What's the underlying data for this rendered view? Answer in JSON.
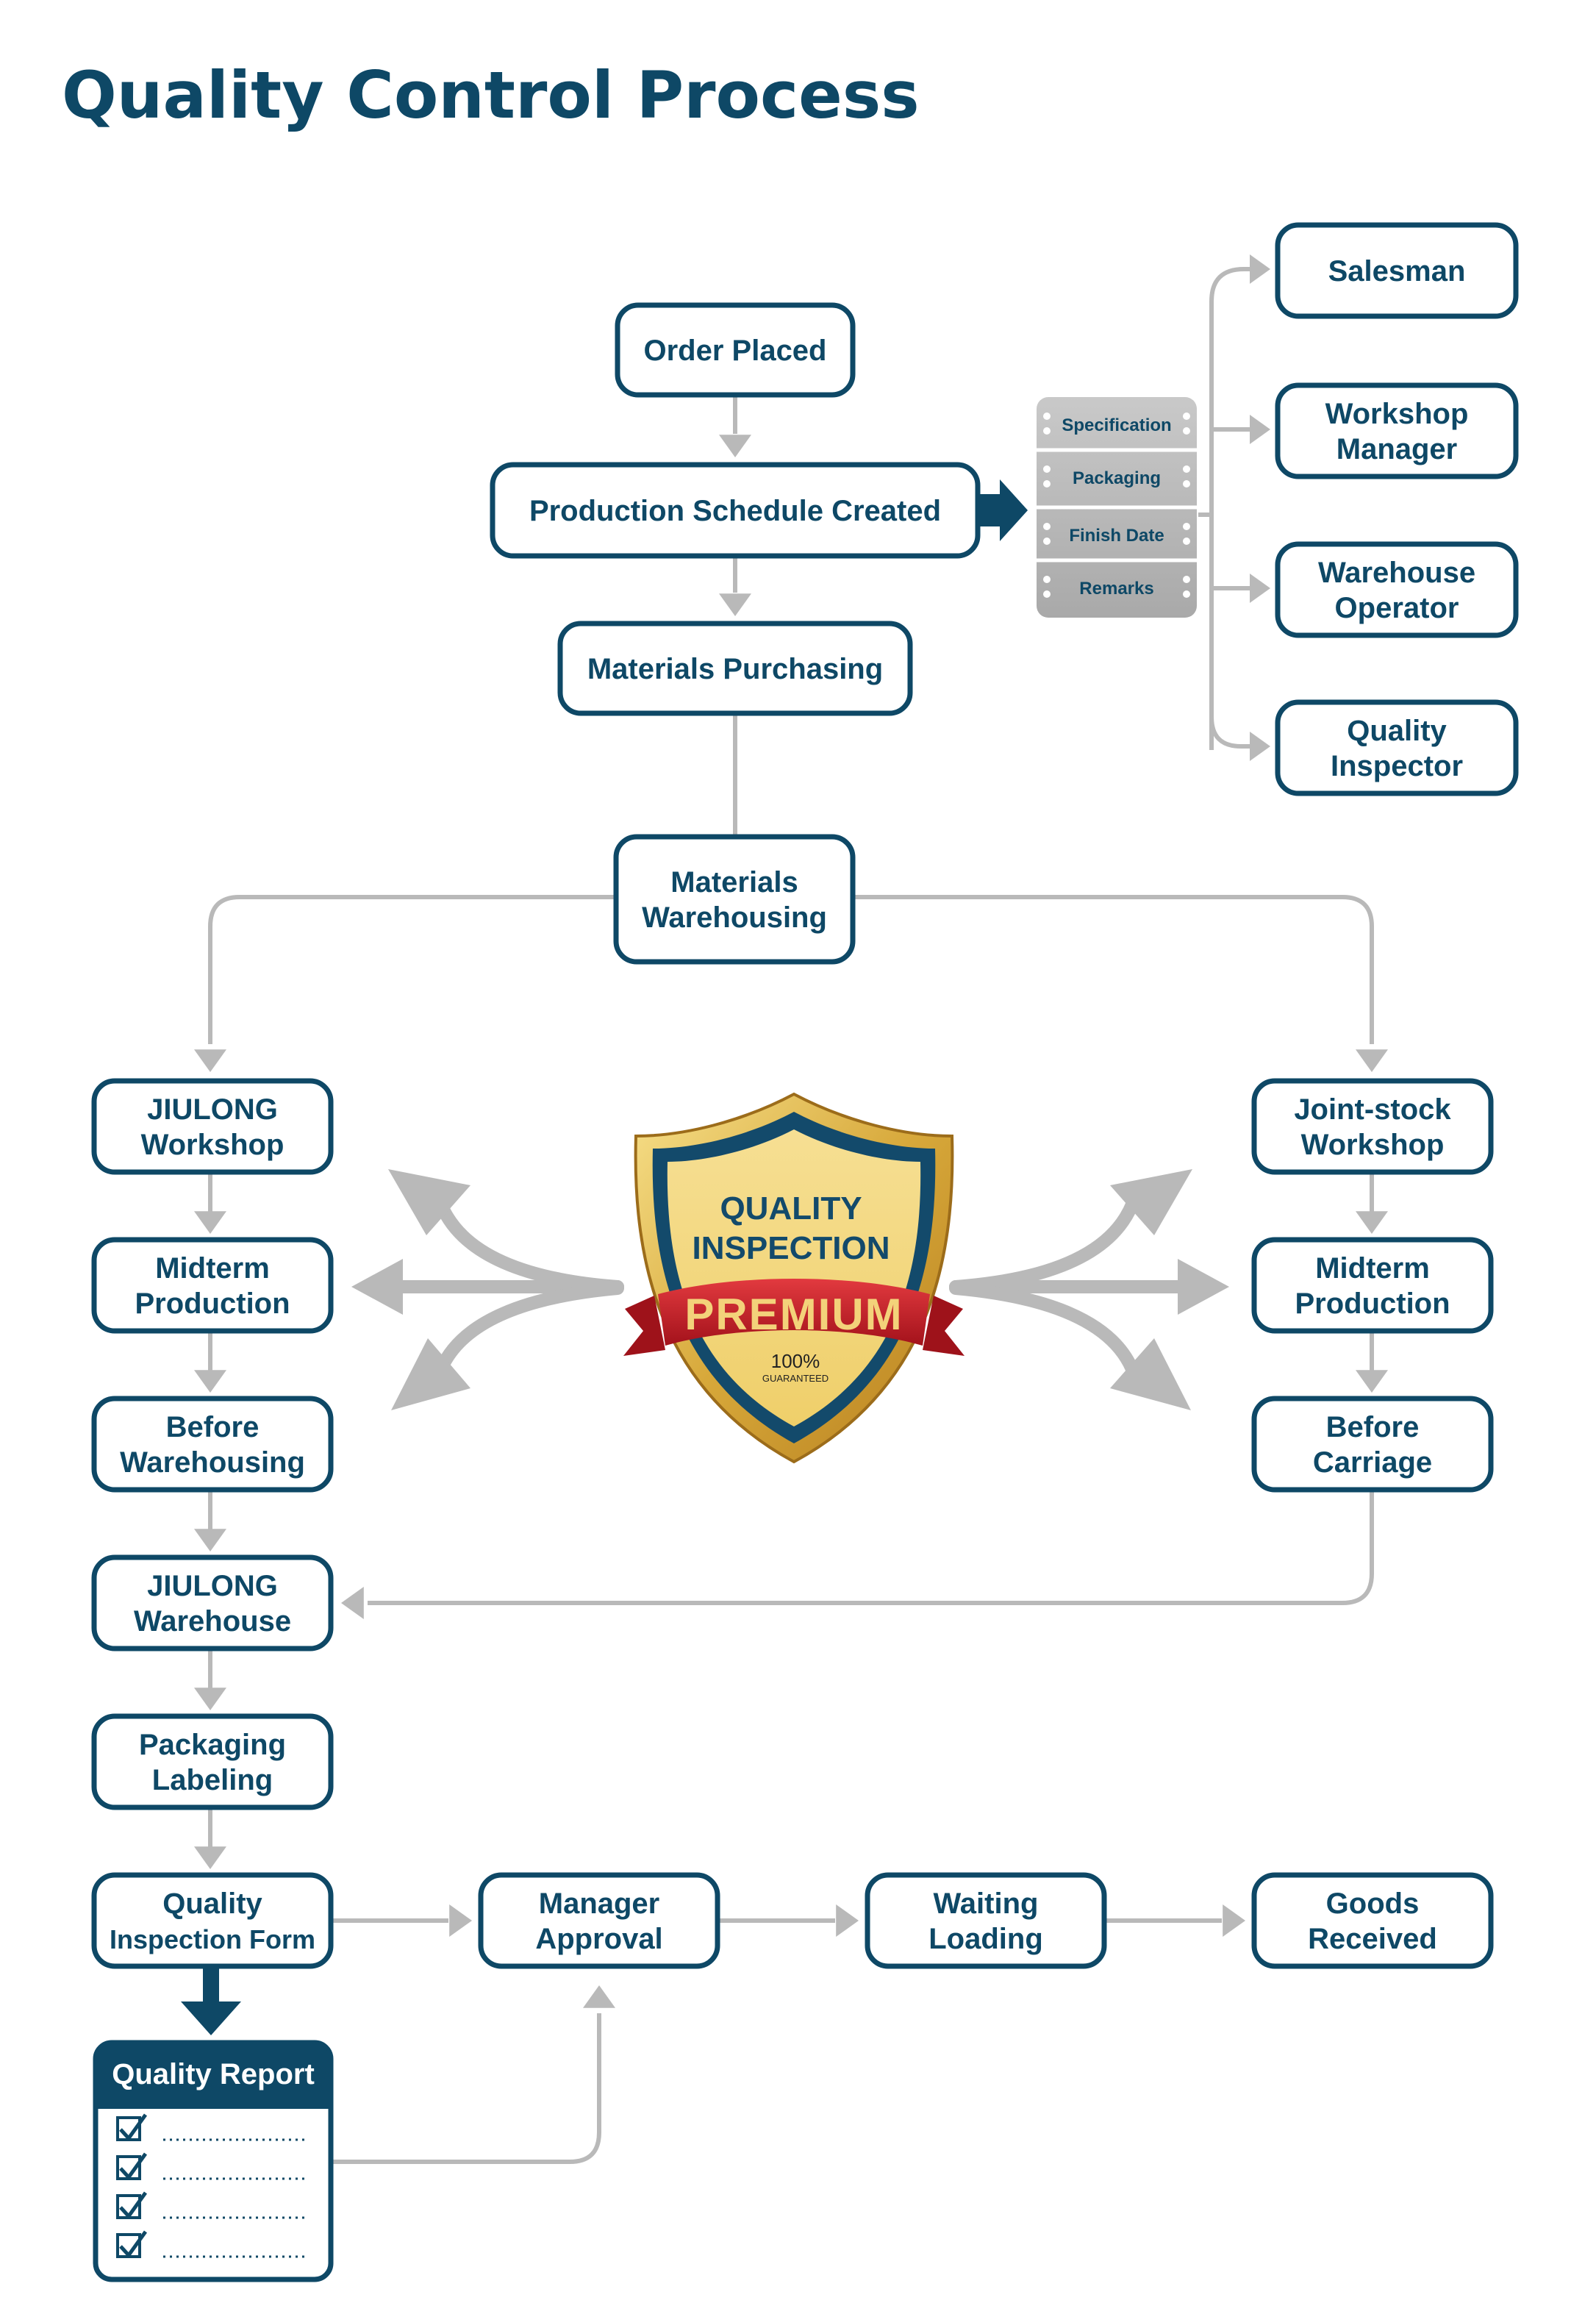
{
  "title": "Quality Control Process",
  "nodes": {
    "order_placed": [
      "Order Placed"
    ],
    "schedule": [
      "Production Schedule Created"
    ],
    "purchasing": [
      "Materials Purchasing"
    ],
    "warehousing": [
      "Materials",
      "Warehousing"
    ],
    "salesman": [
      "Salesman"
    ],
    "workshop_manager": [
      "Workshop",
      "Manager"
    ],
    "warehouse_operator": [
      "Warehouse",
      "Operator"
    ],
    "quality_inspector": [
      "Quality",
      "Inspector"
    ],
    "jiulong_workshop": [
      "JIULONG",
      "Workshop"
    ],
    "midterm_left": [
      "Midterm",
      "Production"
    ],
    "before_warehousing": [
      "Before",
      "Warehousing"
    ],
    "jiulong_warehouse": [
      "JIULONG",
      "Warehouse"
    ],
    "packaging_labeling": [
      "Packaging",
      "Labeling"
    ],
    "qi_form": [
      "Quality",
      "Inspection Form"
    ],
    "manager_approval": [
      "Manager",
      "Approval"
    ],
    "waiting_loading": [
      "Waiting",
      "Loading"
    ],
    "goods_received": [
      "Goods",
      "Received"
    ],
    "jointstock_workshop": [
      "Joint-stock",
      "Workshop"
    ],
    "midterm_right": [
      "Midterm",
      "Production"
    ],
    "before_carriage": [
      "Before",
      "Carriage"
    ]
  },
  "schedule_tags": [
    "Specification",
    "Packaging",
    "Finish Date",
    "Remarks"
  ],
  "badge": {
    "line1": "QUALITY",
    "line2": "INSPECTION",
    "ribbon": "PREMIUM",
    "pct": "100%",
    "guaranteed": "GUARANTEED"
  },
  "report": {
    "title": "Quality Report",
    "items": 4
  },
  "colors": {
    "navy": "#0e4866",
    "arrow_gray": "#b9b9b9",
    "gold": "#e8c765",
    "ribbon_red": "#c8202b"
  }
}
